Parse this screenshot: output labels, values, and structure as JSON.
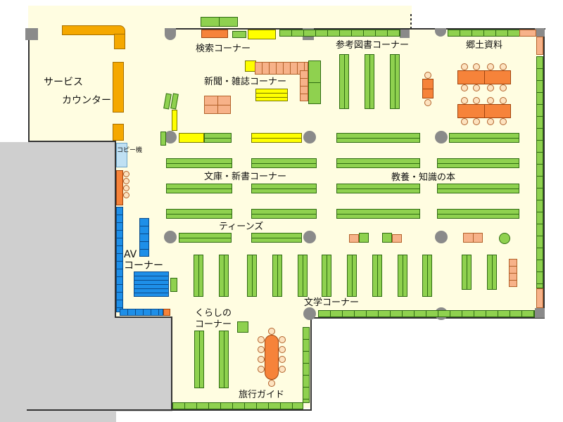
{
  "map": {
    "areas": [
      {
        "key": "search",
        "label": "検索コーナー"
      },
      {
        "key": "reference",
        "label": "参考図書コーナー"
      },
      {
        "key": "local",
        "label": "郷土資料"
      },
      {
        "key": "service",
        "label": "サービス"
      },
      {
        "key": "counter",
        "label": "カウンター"
      },
      {
        "key": "newspapers",
        "label": "新聞・雑誌コーナー"
      },
      {
        "key": "copy",
        "label": "コピー機"
      },
      {
        "key": "bunko",
        "label": "文庫・新書コーナー"
      },
      {
        "key": "kyoyo",
        "label": "教養・知識の本"
      },
      {
        "key": "teens",
        "label": "ティーンズ"
      },
      {
        "key": "av1",
        "label": "AV"
      },
      {
        "key": "av2",
        "label": "コーナー"
      },
      {
        "key": "bungaku",
        "label": "文学コーナー"
      },
      {
        "key": "kurashi1",
        "label": "くらしの"
      },
      {
        "key": "kurashi2",
        "label": "コーナー"
      },
      {
        "key": "travel",
        "label": "旅行ガイド"
      }
    ],
    "colors": {
      "floor": "#fffde1",
      "shelf": "#8fd14f",
      "counter": "#f5a800",
      "table": "#f6833a",
      "av_shelf": "#1e8fe8",
      "pillar": "#8a8a8a",
      "outside": "#cfcfcf"
    }
  }
}
